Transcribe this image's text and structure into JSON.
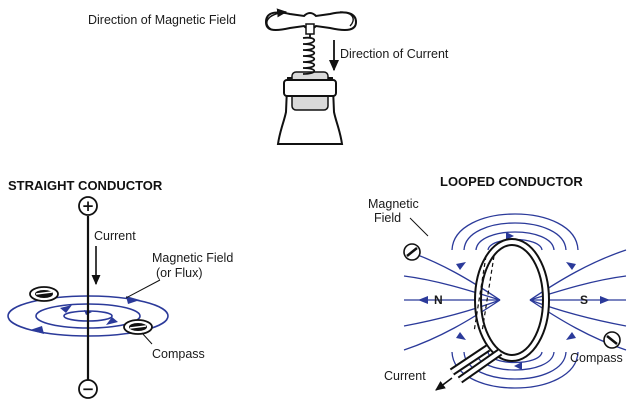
{
  "corkscrew": {
    "field_label": "Direction of Magnetic Field",
    "current_label": "Direction of Current"
  },
  "straight": {
    "heading": "STRAIGHT CONDUCTOR",
    "plus": "+",
    "minus": "−",
    "current_label": "Current",
    "field_label_1": "Magnetic Field",
    "field_label_2": "(or Flux)",
    "compass_label": "Compass"
  },
  "looped": {
    "heading": "LOOPED CONDUCTOR",
    "field_label_1": "Magnetic",
    "field_label_2": "Field",
    "north": "N",
    "south": "S",
    "compass_label": "Compass",
    "current_label": "Current"
  },
  "colors": {
    "field_lines": "#2b3a9a",
    "ink": "#111111"
  },
  "icons": [
    "corkscrew-icon",
    "bottle-icon",
    "compass-icon",
    "arrow-icon"
  ]
}
